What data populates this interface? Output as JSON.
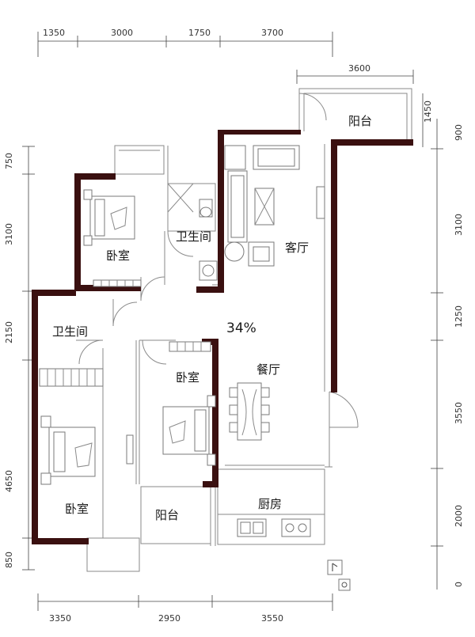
{
  "colors": {
    "wall": "#3a1010",
    "line": "#8a8a8a",
    "text": "#1a1a1a",
    "percent": "#2b5d8a"
  },
  "dimensions": {
    "top": [
      "1350",
      "3000",
      "1750",
      "3700"
    ],
    "balcony_top": "3600",
    "balcony_right": "1450",
    "left": [
      "750",
      "3100",
      "2150",
      "4650",
      "850"
    ],
    "right": [
      "900",
      "3100",
      "1250",
      "3550",
      "2000",
      "0"
    ],
    "bottom": [
      "3350",
      "2950",
      "3550"
    ]
  },
  "rooms": {
    "balcony_top": "阳台",
    "bedroom_top": "卧室",
    "bathroom_top": "卫生间",
    "living_room": "客厅",
    "bathroom_left": "卫生间",
    "bedroom_middle": "卧室",
    "dining_room": "餐厅",
    "bedroom_left": "卧室",
    "balcony_bottom": "阳台",
    "kitchen": "厨房"
  },
  "percent_label": "34%",
  "icons": {
    "compass": "compass-icon"
  }
}
